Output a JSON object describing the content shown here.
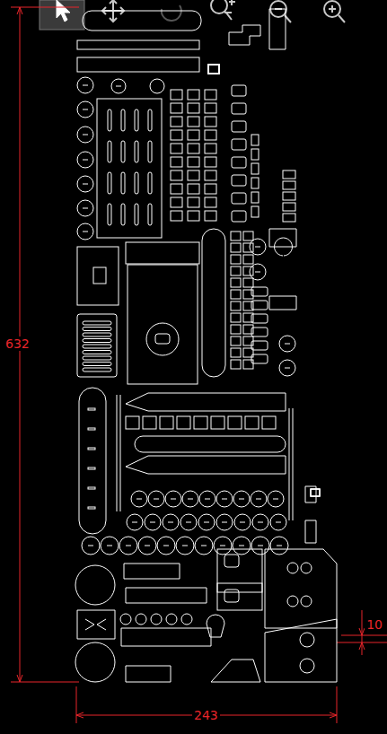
{
  "diagram": {
    "labels": [
      "632",
      "243",
      "10"
    ]
  }
}
